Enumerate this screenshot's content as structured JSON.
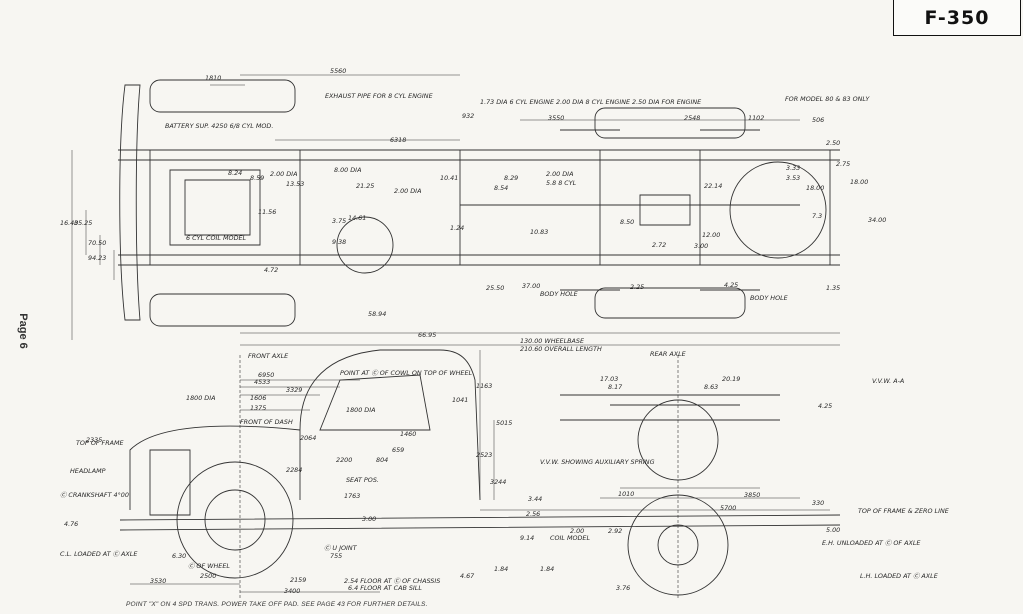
{
  "header": {
    "model": "F-350"
  },
  "page_label": "Page 6",
  "plan_view": {
    "top_dims": [
      "1810",
      "5560",
      "6318",
      "932",
      "3550",
      "2548",
      "1102",
      "506"
    ],
    "notes": {
      "exhaust": "EXHAUST PIPE FOR 8 CYL ENGINE",
      "battery": "BATTERY SUP. 4250 6/8 CYL MOD.",
      "pipe_dia": "1.73 DIA 6 CYL ENGINE 2.00 DIA 8 CYL ENGINE 2.50 DIA FOR ENGINE",
      "model_only": "FOR MODEL 80 & 83 ONLY",
      "six_cyl": "6 CYL COIL MODEL",
      "body_hole_1": "BODY HOLE",
      "body_hole_2": "BODY HOLE"
    },
    "left_dims": [
      "16.40",
      "35.25",
      "70.50",
      "94.23"
    ],
    "interior_dims": [
      "8.24",
      "8.59",
      "2.00 DIA",
      "13.53",
      "8.00 DIA",
      "21.25",
      "2.00 DIA",
      "10.41",
      "8.29",
      "8.54",
      "2.00 DIA",
      "5.8 8 CYL",
      "11.56",
      "3.75",
      "14.61",
      "9.38",
      "4.72",
      "1.24",
      "10.83",
      "25.50",
      "37.00",
      "8.50",
      "22.14",
      "2.25",
      "2.72",
      "3.00",
      "4.25",
      "12.00",
      "58.94"
    ],
    "right_dims": [
      "2.50",
      "2.75",
      "3.33",
      "3.53",
      "18.00",
      "18.00",
      "34.00",
      "7.3",
      "1.35"
    ],
    "bottom_dims": [
      "66.95",
      "130.00 WHEELBASE",
      "210.60 OVERALL LENGTH"
    ]
  },
  "side_view": {
    "labels": {
      "front_axle": "FRONT AXLE",
      "rear_axle": "REAR AXLE",
      "vw_aa": "V.V.W. A-A",
      "headlamp": "HEADLAMP",
      "crankshaft": "Ⓒ CRANKSHAFT 4°00",
      "front_of_dash": "FRONT OF DASH",
      "cab_note": "POINT AT Ⓒ OF COWL ON TOP OF WHEEL",
      "seat": "SEAT POS.",
      "cu_joint": "Ⓒ U JOINT",
      "floor_chassis": "2.54 FLOOR AT Ⓒ OF CHASSIS",
      "floor_cab": "6.4 FLOOR AT CAB SILL",
      "top_frame": "TOP OF FRAME & ZERO LINE",
      "coil_model": "COIL MODEL",
      "aux_spring": "V.V.W. SHOWING AUXILIARY SPRING",
      "cl_loaded": "C.L. LOADED AT Ⓒ AXLE",
      "eh_unloaded": "E.H. UNLOADED AT Ⓒ OF AXLE",
      "lh_loaded": "L.H. LOADED AT Ⓒ AXLE",
      "top_of_frame_left": "TOP OF FRAME",
      "of_wheel": "Ⓒ OF WHEEL"
    },
    "dims": [
      "6950",
      "4533",
      "3329",
      "1606",
      "1375",
      "1800 DIA",
      "1800 DIA",
      "2200",
      "2064",
      "1460",
      "659",
      "804",
      "1763",
      "2284",
      "5015",
      "2523",
      "3244",
      "1163",
      "1041",
      "3.44",
      "2.56",
      "1010",
      "3850",
      "5700",
      "330",
      "5.00",
      "1.84",
      "755",
      "2335",
      "2500",
      "3530",
      "3400",
      "2159",
      "2.00",
      "9.14",
      "2.92",
      "17.03",
      "8.17",
      "20.19",
      "8.63",
      "4.25",
      "3.00",
      "4.67",
      "1.84",
      "3.76",
      "4.76",
      "6.30"
    ]
  },
  "footer_note": "POINT \"X\" ON 4 SPD TRANS. POWER TAKE OFF PAD. SEE PAGE 43 FOR FURTHER DETAILS."
}
